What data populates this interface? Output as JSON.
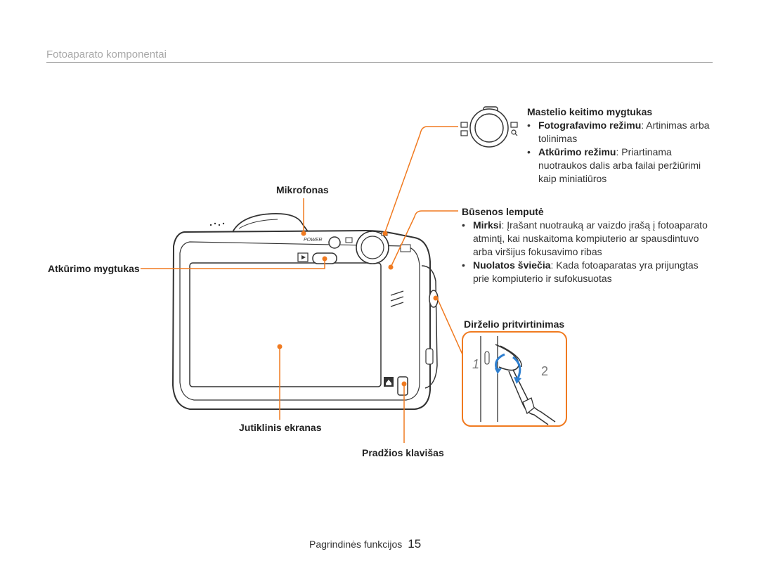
{
  "page": {
    "title": "Fotoaparato komponentai",
    "footer_section": "Pagrindinės funkcijos",
    "footer_page": "15"
  },
  "labels": {
    "microphone": "Mikrofonas",
    "playback_button": "Atkūrimo mygtukas",
    "touch_screen": "Jutiklinis ekranas",
    "home_key": "Pradžios klavišas",
    "strap_mount": "Dirželio pritvirtinimas"
  },
  "zoom": {
    "heading": "Mastelio keitimo mygtukas",
    "items": [
      {
        "term": "Fotografavimo režimu",
        "text": ": Artinimas arba",
        "cont": "tolinimas"
      },
      {
        "term": "Atkūrimo režimu",
        "text": ": Priartinama",
        "cont": "nuotraukos dalis arba failai peržiūrimi",
        "cont2": "kaip miniatiūros"
      }
    ]
  },
  "status": {
    "heading": "Būsenos lemputė",
    "items": [
      {
        "term": "Mirksi",
        "text": ": Įrašant nuotrauką ar vaizdo įrašą į fotoaparato",
        "cont": "atmintį, kai nuskaitoma kompiuterio ar spausdintuvo",
        "cont2": "arba viršijus fokusavimo ribas"
      },
      {
        "term": "Nuolatos šviečia",
        "text": ": Kada fotoaparatas yra prijungtas",
        "cont": "prie kompiuterio ir sufokusuotas"
      }
    ]
  },
  "camera": {
    "power_label": "POWER"
  },
  "strap_steps": [
    "1",
    "2"
  ],
  "colors": {
    "callout": "#f07a20",
    "arrow": "#2e7fd0"
  }
}
